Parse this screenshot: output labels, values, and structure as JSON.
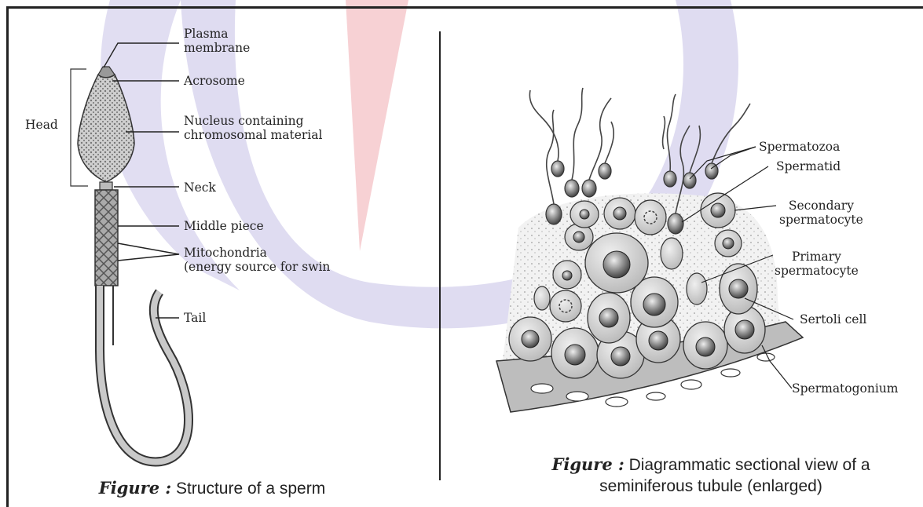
{
  "left_figure": {
    "labels": {
      "plasma_membrane": "Plasma\nmembrane",
      "acrosome": "Acrosome",
      "head": "Head",
      "nucleus": "Nucleus containing\nchromosomal material",
      "neck": "Neck",
      "middle_piece": "Middle piece",
      "mitochondria": "Mitochondria\n(energy source for swin",
      "tail": "Tail"
    },
    "caption_prefix": "Figure :",
    "caption_text": " Structure of a sperm"
  },
  "right_figure": {
    "labels": {
      "spermatozoa": "Spermatozoa",
      "spermatid": "Spermatid",
      "secondary_spermatocyte": "Secondary\nspermatocyte",
      "primary_spermatocyte": "Primary\nspermatocyte",
      "sertoli_cell": "Sertoli cell",
      "spermatogonium": "Spermatogonium"
    },
    "caption_prefix": "Figure :",
    "caption_line1": " Diagrammatic sectional view of a",
    "caption_line2": "seminiferous tubule (enlarged)"
  },
  "colors": {
    "watermark_ring": "#d9d6ef",
    "watermark_red": "#f6c9cd",
    "line": "#222222"
  }
}
